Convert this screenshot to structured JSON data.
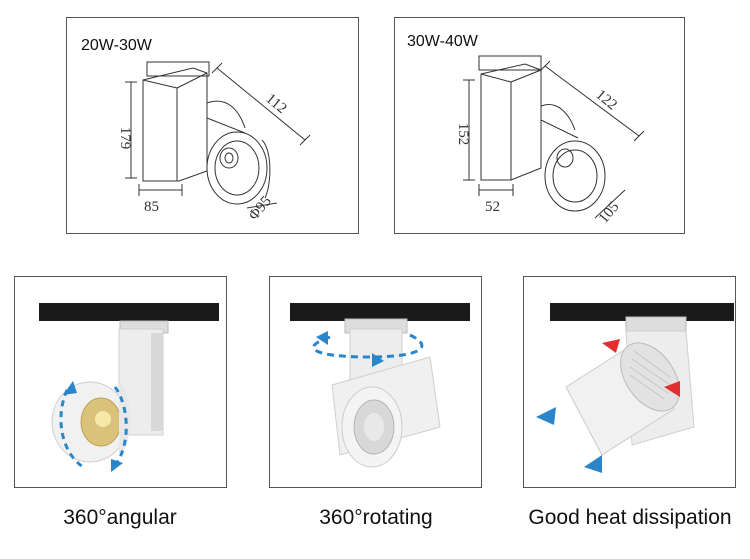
{
  "spec_panels": [
    {
      "power_label": "20W-30W",
      "height": "179",
      "depth": "112",
      "width": "85",
      "diameter": "Φ95"
    },
    {
      "power_label": "30W-40W",
      "height": "152",
      "depth": "122",
      "width": "52",
      "diameter": "105"
    }
  ],
  "features": [
    {
      "caption": "360°angular"
    },
    {
      "caption": "360°rotating"
    },
    {
      "caption": "Good heat dissipation"
    }
  ],
  "colors": {
    "arrow_blue": "#2a86c8",
    "arrow_red": "#e23030",
    "track": "#1a1a1a"
  }
}
